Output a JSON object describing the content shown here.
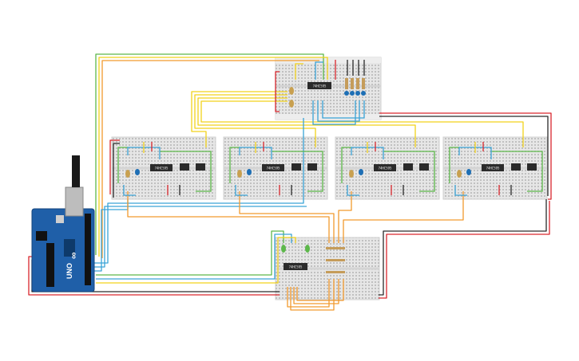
{
  "board": {
    "name": "Arduino Uno",
    "brand_text": "UNO",
    "logo_text": "∞"
  },
  "chips": {
    "top": "74HC595",
    "bottom": "74HC595",
    "middle": [
      "74HC595",
      "74HC595",
      "74HC595",
      "74HC595"
    ]
  },
  "colors": {
    "wire_red": "#d9272e",
    "wire_black": "#2a2a2a",
    "wire_yellow": "#f2d21b",
    "wire_green": "#5db84a",
    "wire_blue": "#3aa3d6",
    "wire_orange": "#f29a2e",
    "breadboard": "#e6e6e6",
    "arduino": "#1f5fa8"
  }
}
